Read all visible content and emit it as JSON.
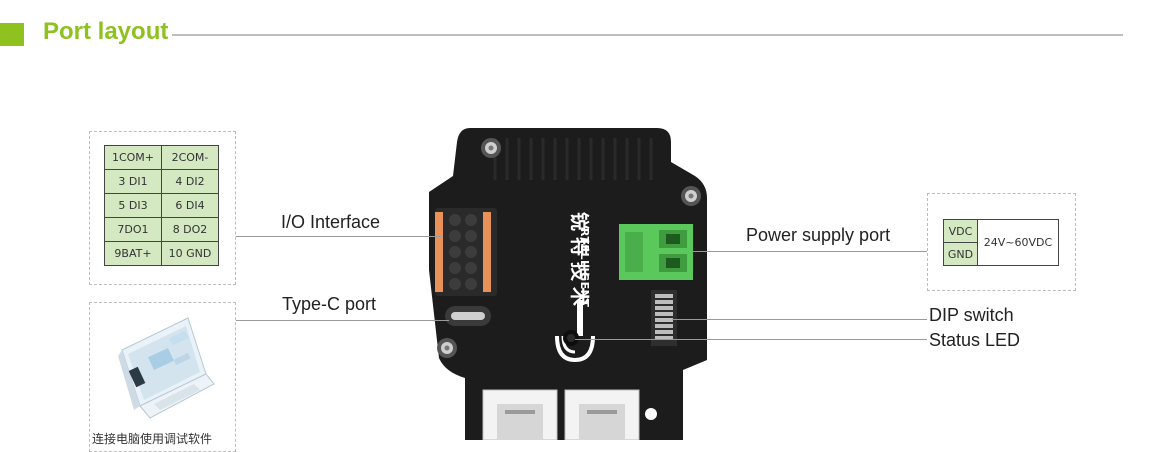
{
  "header": {
    "title": "Port layout"
  },
  "io_table": {
    "rows": [
      [
        "1COM+",
        "2COM-"
      ],
      [
        "3 DI1",
        "4 DI2"
      ],
      [
        "5 DI3",
        "6 DI4"
      ],
      [
        "7DO1",
        "8 DO2"
      ],
      [
        "9BAT+",
        "10 GND"
      ]
    ]
  },
  "power_table": {
    "vdc": "VDC",
    "gnd": "GND",
    "voltage": "24V~60VDC"
  },
  "labels": {
    "io_interface": "I/O Interface",
    "typec_port": "Type-C port",
    "power_supply_port": "Power supply port",
    "dip_switch": "DIP switch",
    "status_led": "Status LED"
  },
  "device": {
    "brand_cn": "锐特技术",
    "brand_en": "RTELLIGENT"
  },
  "software": {
    "caption": "连接电脑使用调试软件"
  },
  "colors": {
    "accent": "#8dc21f",
    "cell_green": "#d4e8c2",
    "terminal_green": "#5ac85a",
    "terminal_orange": "#e8925a",
    "body": "#1c1c1c"
  }
}
